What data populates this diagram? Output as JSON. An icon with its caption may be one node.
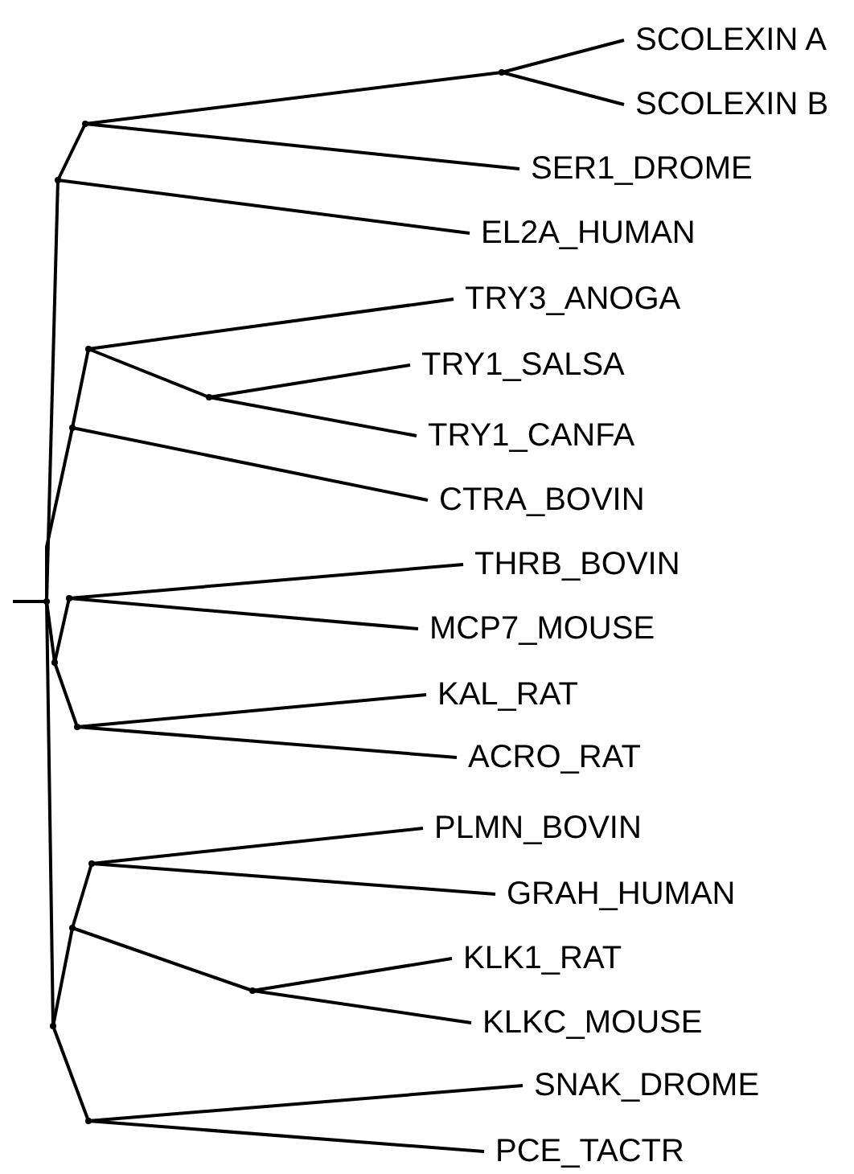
{
  "diagram": {
    "nodes": [
      {
        "text": [
          "SCOLEXIN A"
        ]
      },
      {
        "text": [
          "SCOLEXIN B"
        ]
      },
      {
        "text": [
          "SER1_DROME"
        ]
      },
      {
        "text": [
          "EL2A_HUMAN"
        ]
      },
      {
        "text": [
          "TRY3_ANOGA"
        ]
      },
      {
        "text": [
          "TRY1_SALSA"
        ]
      },
      {
        "text": [
          "TRY1_CANFA"
        ]
      },
      {
        "text": [
          "CTRA_BOVIN"
        ]
      },
      {
        "text": [
          "THRB_BOVIN"
        ]
      },
      {
        "text": [
          "MCP7_MOUSE"
        ]
      },
      {
        "text": [
          "KAL_RAT"
        ]
      },
      {
        "text": [
          "ACRO_RAT"
        ]
      },
      {
        "text": [
          "PLMN_BOVIN"
        ]
      },
      {
        "text": [
          "GRAH_HUMAN"
        ]
      },
      {
        "text": [
          "KLK1_RAT"
        ]
      },
      {
        "text": [
          "KLKC_MOUSE"
        ]
      },
      {
        "text": [
          "SNAK_DROME"
        ]
      },
      {
        "text": [
          "PCE_TACTR"
        ]
      },
      {
        "text": [],
        "shape": "point"
      },
      {
        "text": [],
        "shape": "point"
      },
      {
        "text": [],
        "shape": "point"
      },
      {
        "text": [],
        "shape": "point"
      },
      {
        "text": [],
        "shape": "point"
      },
      {
        "text": [],
        "shape": "point"
      },
      {
        "text": [],
        "shape": "point"
      },
      {
        "text": [],
        "shape": "point"
      },
      {
        "text": [],
        "shape": "point"
      },
      {
        "text": [],
        "shape": "point"
      },
      {
        "text": [],
        "shape": "point"
      },
      {
        "text": [],
        "shape": "point"
      },
      {
        "text": [],
        "shape": "point"
      },
      {
        "text": [],
        "shape": "point"
      },
      {
        "text": [],
        "shape": "point"
      }
    ],
    "edges": [
      {
        "from": 24,
        "to": 20,
        "arrow": "none"
      },
      {
        "from": 20,
        "to": 19,
        "arrow": "none"
      },
      {
        "from": 19,
        "to": 18,
        "arrow": "none"
      },
      {
        "from": 18,
        "to": 0,
        "arrow": "none"
      },
      {
        "from": 18,
        "to": 1,
        "arrow": "none"
      },
      {
        "from": 19,
        "to": 2,
        "arrow": "none"
      },
      {
        "from": 20,
        "to": 3,
        "arrow": "none"
      },
      {
        "from": 24,
        "to": 23,
        "arrow": "none"
      },
      {
        "from": 23,
        "to": 21,
        "arrow": "none"
      },
      {
        "from": 21,
        "to": 4,
        "arrow": "none"
      },
      {
        "from": 21,
        "to": 22,
        "arrow": "none"
      },
      {
        "from": 22,
        "to": 5,
        "arrow": "none"
      },
      {
        "from": 22,
        "to": 6,
        "arrow": "none"
      },
      {
        "from": 23,
        "to": 7,
        "arrow": "none"
      },
      {
        "from": 24,
        "to": 26,
        "arrow": "none"
      },
      {
        "from": 26,
        "to": 25,
        "arrow": "none"
      },
      {
        "from": 25,
        "to": 8,
        "arrow": "none"
      },
      {
        "from": 25,
        "to": 9,
        "arrow": "none"
      },
      {
        "from": 26,
        "to": 27,
        "arrow": "none"
      },
      {
        "from": 27,
        "to": 10,
        "arrow": "none"
      },
      {
        "from": 27,
        "to": 11,
        "arrow": "none"
      },
      {
        "from": 24,
        "to": 31,
        "arrow": "none"
      },
      {
        "from": 31,
        "to": 29,
        "arrow": "none"
      },
      {
        "from": 29,
        "to": 28,
        "arrow": "none"
      },
      {
        "from": 28,
        "to": 12,
        "arrow": "none"
      },
      {
        "from": 28,
        "to": 13,
        "arrow": "none"
      },
      {
        "from": 29,
        "to": 30,
        "arrow": "none"
      },
      {
        "from": 30,
        "to": 14,
        "arrow": "none"
      },
      {
        "from": 30,
        "to": 15,
        "arrow": "none"
      },
      {
        "from": 31,
        "to": 32,
        "arrow": "none"
      },
      {
        "from": 32,
        "to": 16,
        "arrow": "none"
      },
      {
        "from": 32,
        "to": 17,
        "arrow": "none"
      },
      {
        "from": null,
        "to": 24,
        "arrow": "none"
      }
    ]
  }
}
